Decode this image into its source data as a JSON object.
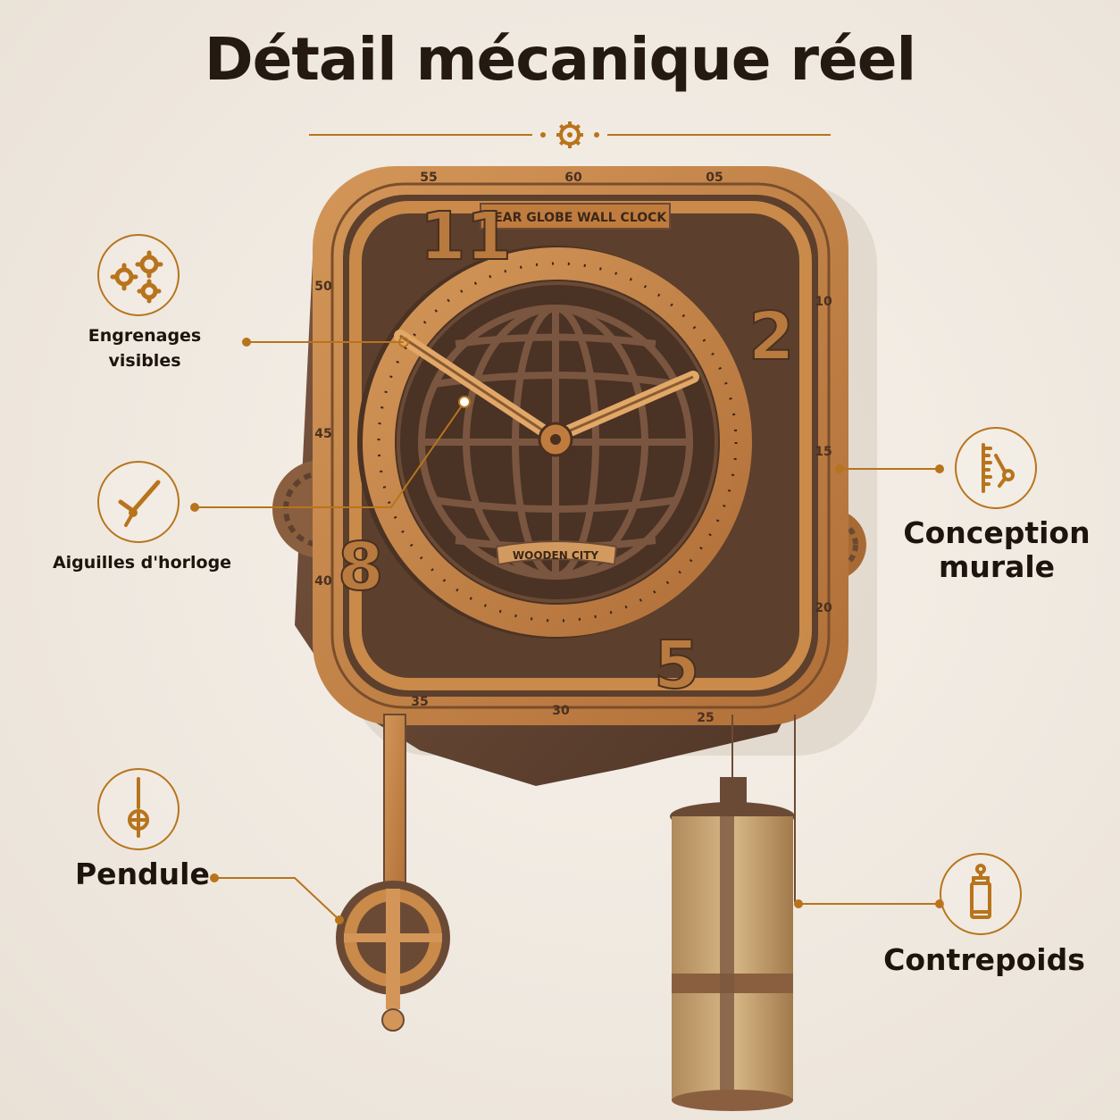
{
  "title": "Détail mécanique réel",
  "callouts": {
    "gears": {
      "label_line1": "Engrenages",
      "label_line2": "visibles",
      "icon": "gears-icon"
    },
    "hands": {
      "label": "Aiguilles d'horloge",
      "icon": "clock-hands-icon"
    },
    "wall": {
      "label_line1": "Conception",
      "label_line2": "murale",
      "icon": "wall-mount-icon"
    },
    "pendulum": {
      "label": "Pendule",
      "icon": "pendulum-icon"
    },
    "weight": {
      "label": "Contrepoids",
      "icon": "counterweight-icon"
    }
  },
  "clock": {
    "plate_top": "GEAR GLOBE WALL CLOCK",
    "plate_bottom": "WOODEN CITY",
    "hour_numerals": [
      "11",
      "2",
      "8",
      "5"
    ],
    "minute_marks": [
      "55",
      "60",
      "05",
      "50",
      "10",
      "45",
      "15",
      "40",
      "20",
      "35",
      "30",
      "25"
    ]
  },
  "colors": {
    "accent": "#b8741c",
    "wood_light": "#c98a4a",
    "wood_dark": "#6b4a35",
    "text": "#1c140d"
  }
}
